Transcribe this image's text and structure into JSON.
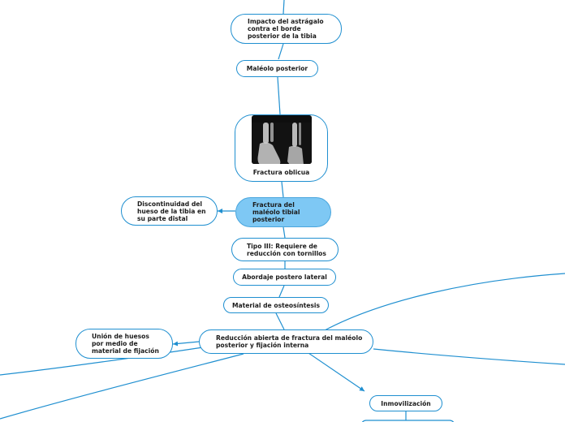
{
  "nodes": {
    "impacto": "Impacto del astrágalo\ncontra el borde\nposterior de la tibia",
    "maleolo_posterior": "Maléolo posterior",
    "fractura_oblicua": "Fractura oblicua",
    "fractura_maleolo": "Fractura del\nmaléolo tibial\nposterior",
    "discontinuidad": "Discontinuidad del\nhueso de la tibia en\nsu parte distal",
    "tipo_iii": "Tipo III: Requiere de\nreducción con tornillos",
    "abordaje": "Abordaje postero lateral",
    "material": "Material de osteosíntesis",
    "reduccion": "Reducción abierta de fractura del maléolo\nposterior y fijación interna",
    "union": "Unión de huesos\npor medio de\nmaterial de fijación",
    "inmovilizacion": "Inmovilización"
  },
  "colors": {
    "line": "#1f8fd0",
    "main_fill": "#7ec8f4",
    "border": "#1f8fd0"
  }
}
